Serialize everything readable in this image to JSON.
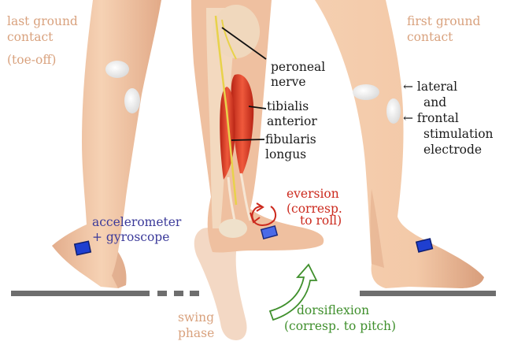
{
  "labels": {
    "last_contact_l1": "last ground",
    "last_contact_l2": "contact",
    "toe_off": "(toe-off)",
    "first_contact_l1": "first ground",
    "first_contact_l2": "contact",
    "peroneal_l1": "peroneal",
    "peroneal_l2": "nerve",
    "tibialis_l1": "tibialis",
    "tibialis_l2": "anterior",
    "fibularis_l1": "fibularis",
    "fibularis_l2": "longus",
    "electrode_l1": "← lateral",
    "electrode_l2": "and",
    "electrode_l3": "← frontal",
    "electrode_l4": "stimulation",
    "electrode_l5": "electrode",
    "imu_l1": "accelerometer",
    "imu_l2": "+ gyroscope",
    "eversion_l1": "eversion",
    "eversion_l2": "(corresp.",
    "eversion_l3": "to roll)",
    "dorsiflexion_l1": "dorsiflexion",
    "dorsiflexion_l2": "(corresp. to pitch)",
    "swing_l1": "swing",
    "swing_l2": "phase"
  },
  "colors": {
    "phase_text": "#d9a27e",
    "sensor_text": "#3b3a9a",
    "eversion": "#cc2a1e",
    "dorsiflexion": "#3f8f2c",
    "skin": "#f2c7a5",
    "skin_shadow": "#dba383",
    "muscle": "#d83a24",
    "nerve": "#e8d24a",
    "sensor": "#1f3fd0",
    "ground": "#6e6e6e",
    "electrode": "#f4f4f4"
  },
  "icons": [
    "electrode-pad",
    "imu-sensor",
    "eversion-arrow",
    "dorsiflexion-arrow"
  ]
}
